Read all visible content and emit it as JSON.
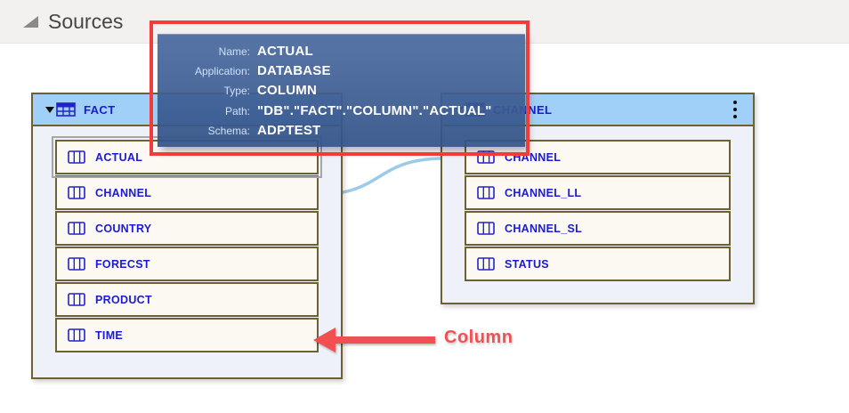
{
  "header": {
    "title": "Sources"
  },
  "tooltip": {
    "fields": [
      {
        "label": "Name:",
        "value": "ACTUAL"
      },
      {
        "label": "Application:",
        "value": "DATABASE"
      },
      {
        "label": "Type:",
        "value": "COLUMN"
      },
      {
        "label": "Path:",
        "value": "\"DB\".\"FACT\".\"COLUMN\".\"ACTUAL\""
      },
      {
        "label": "Schema:",
        "value": "ADPTEST"
      }
    ]
  },
  "tables": [
    {
      "name": "FACT",
      "columns": [
        "ACTUAL",
        "CHANNEL",
        "COUNTRY",
        "FORECST",
        "PRODUCT",
        "TIME"
      ],
      "selected_column": "ACTUAL"
    },
    {
      "name": "CHANNEL",
      "columns": [
        "CHANNEL",
        "CHANNEL_LL",
        "CHANNEL_SL",
        "STATUS"
      ]
    }
  ],
  "annotation": {
    "label": "Column"
  },
  "icons": {
    "collapse": "collapse-triangle-icon",
    "table": "table-grid-icon",
    "column": "column-grid-icon",
    "menu": "kebab-menu-icon"
  },
  "colors": {
    "header_bar_bg": "#f2f1f0",
    "table_header_bg": "#a0d0f7",
    "table_border": "#6b6134",
    "row_bg": "#fbf9f1",
    "row_text": "#1b1bd1",
    "tooltip_bg": "#41649a",
    "connector": "#9ccbea",
    "annotation_red": "#f23c3c"
  }
}
